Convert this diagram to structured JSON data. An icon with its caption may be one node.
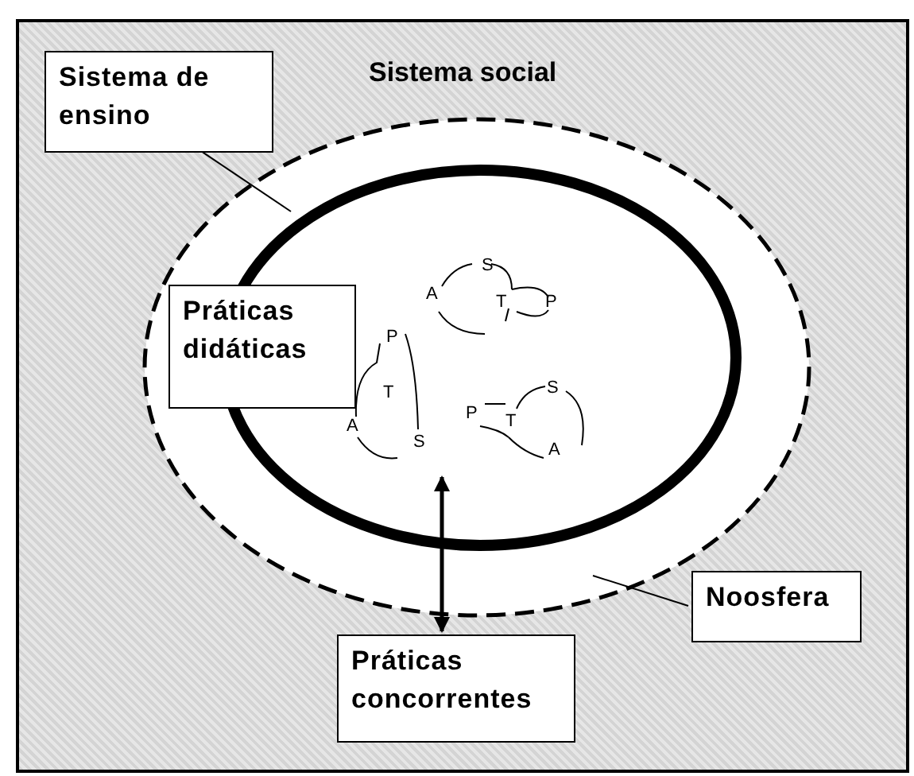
{
  "diagram": {
    "nodes": [
      {
        "text": [
          "Sistema social"
        ]
      },
      {
        "text": [
          "Sistema de ensino"
        ],
        "in": 0
      },
      {
        "text": [],
        "shape": "ellipse",
        "in": 0
      },
      {
        "text": [],
        "shape": "ellipse",
        "in": 2
      },
      {
        "text": [
          "Práticas didáticas"
        ],
        "in": 2
      },
      {
        "text": [
          "Noosfera"
        ],
        "in": 0
      },
      {
        "text": [
          "Práticas concorrentes"
        ],
        "in": 0
      }
    ],
    "edges": [
      {
        "from": 1,
        "to": 3,
        "arrow": "none"
      },
      {
        "from": 5,
        "to": 2,
        "arrow": "none"
      },
      {
        "from": 3,
        "to": 6,
        "arrow": "both",
        "style": "thick"
      }
    ],
    "labels": [
      "S",
      "A",
      "T",
      "P",
      "P",
      "T",
      "A",
      "S",
      "S",
      "P",
      "T",
      "A"
    ]
  }
}
